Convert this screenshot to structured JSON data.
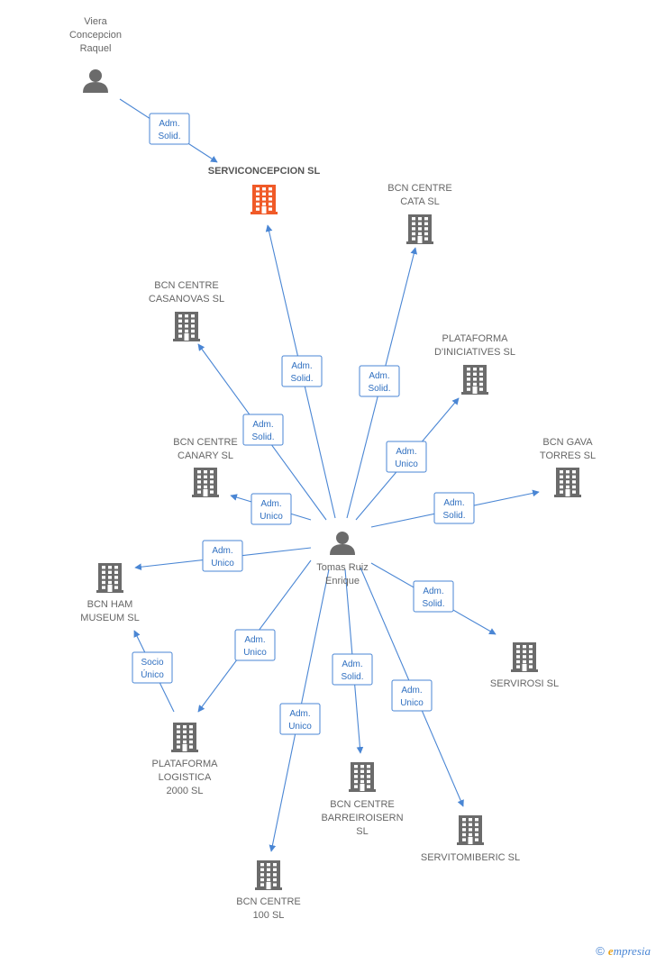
{
  "colors": {
    "edge": "#4a86d4",
    "building": "#6b6b6b",
    "focus_building": "#f05a28",
    "person": "#6b6b6b"
  },
  "nodes": [
    {
      "id": "viera",
      "kind": "person",
      "icon": "person-icon",
      "label": [
        "Viera",
        "Concepcion",
        "Raquel"
      ]
    },
    {
      "id": "serviconcepcion",
      "kind": "focus",
      "icon": "building-icon",
      "label": [
        "SERVICONCEPCION SL"
      ]
    },
    {
      "id": "cata",
      "kind": "company",
      "icon": "building-icon",
      "label": [
        "BCN CENTRE",
        "CATA SL"
      ]
    },
    {
      "id": "casanovas",
      "kind": "company",
      "icon": "building-icon",
      "label": [
        "BCN CENTRE",
        "CASANOVAS SL"
      ]
    },
    {
      "id": "plataforma_dinic",
      "kind": "company",
      "icon": "building-icon",
      "label": [
        "PLATAFORMA",
        "D'INICIATIVES  SL"
      ]
    },
    {
      "id": "canary",
      "kind": "company",
      "icon": "building-icon",
      "label": [
        "BCN CENTRE",
        "CANARY SL"
      ]
    },
    {
      "id": "gava",
      "kind": "company",
      "icon": "building-icon",
      "label": [
        "BCN GAVA",
        "TORRES  SL"
      ]
    },
    {
      "id": "tomas",
      "kind": "person",
      "icon": "person-icon",
      "label": [
        "Tomas Ruiz",
        "Enrique"
      ]
    },
    {
      "id": "ham",
      "kind": "company",
      "icon": "building-icon",
      "label": [
        "BCN HAM",
        "MUSEUM SL"
      ]
    },
    {
      "id": "servirosi",
      "kind": "company",
      "icon": "building-icon",
      "label": [
        "SERVIROSI SL"
      ]
    },
    {
      "id": "plataforma_log",
      "kind": "company",
      "icon": "building-icon",
      "label": [
        "PLATAFORMA",
        "LOGISTICA",
        "2000 SL"
      ]
    },
    {
      "id": "barreiro",
      "kind": "company",
      "icon": "building-icon",
      "label": [
        "BCN CENTRE",
        "BARREIROISERN",
        "SL"
      ]
    },
    {
      "id": "servitomiberic",
      "kind": "company",
      "icon": "building-icon",
      "label": [
        "SERVITOMIBERIC SL"
      ]
    },
    {
      "id": "centre100",
      "kind": "company",
      "icon": "building-icon",
      "label": [
        "BCN CENTRE",
        "100 SL"
      ]
    }
  ],
  "edges": [
    {
      "from": "viera",
      "to": "serviconcepcion",
      "label": [
        "Adm.",
        "Solid."
      ]
    },
    {
      "from": "tomas",
      "to": "serviconcepcion",
      "label": [
        "Adm.",
        "Solid."
      ]
    },
    {
      "from": "tomas",
      "to": "cata",
      "label": [
        "Adm.",
        "Solid."
      ]
    },
    {
      "from": "tomas",
      "to": "casanovas",
      "label": [
        "Adm.",
        "Solid."
      ]
    },
    {
      "from": "tomas",
      "to": "plataforma_dinic",
      "label": [
        "Adm.",
        "Unico"
      ]
    },
    {
      "from": "tomas",
      "to": "canary",
      "label": [
        "Adm.",
        "Unico"
      ]
    },
    {
      "from": "tomas",
      "to": "gava",
      "label": [
        "Adm.",
        "Solid."
      ]
    },
    {
      "from": "tomas",
      "to": "ham",
      "label": [
        "Adm.",
        "Unico"
      ]
    },
    {
      "from": "tomas",
      "to": "servirosi",
      "label": [
        "Adm.",
        "Solid."
      ]
    },
    {
      "from": "tomas",
      "to": "plataforma_log",
      "label": [
        "Adm.",
        "Unico"
      ]
    },
    {
      "from": "tomas",
      "to": "barreiro",
      "label": [
        "Adm.",
        "Solid."
      ]
    },
    {
      "from": "tomas",
      "to": "servitomiberic",
      "label": [
        "Adm.",
        "Unico"
      ]
    },
    {
      "from": "tomas",
      "to": "centre100",
      "label": [
        "Adm.",
        "Unico"
      ]
    },
    {
      "from": "plataforma_log",
      "to": "ham",
      "label": [
        "Socio",
        "Único"
      ]
    }
  ],
  "watermark": {
    "copyright": "©",
    "brand_initial": "e",
    "brand_rest": "mpresia"
  }
}
